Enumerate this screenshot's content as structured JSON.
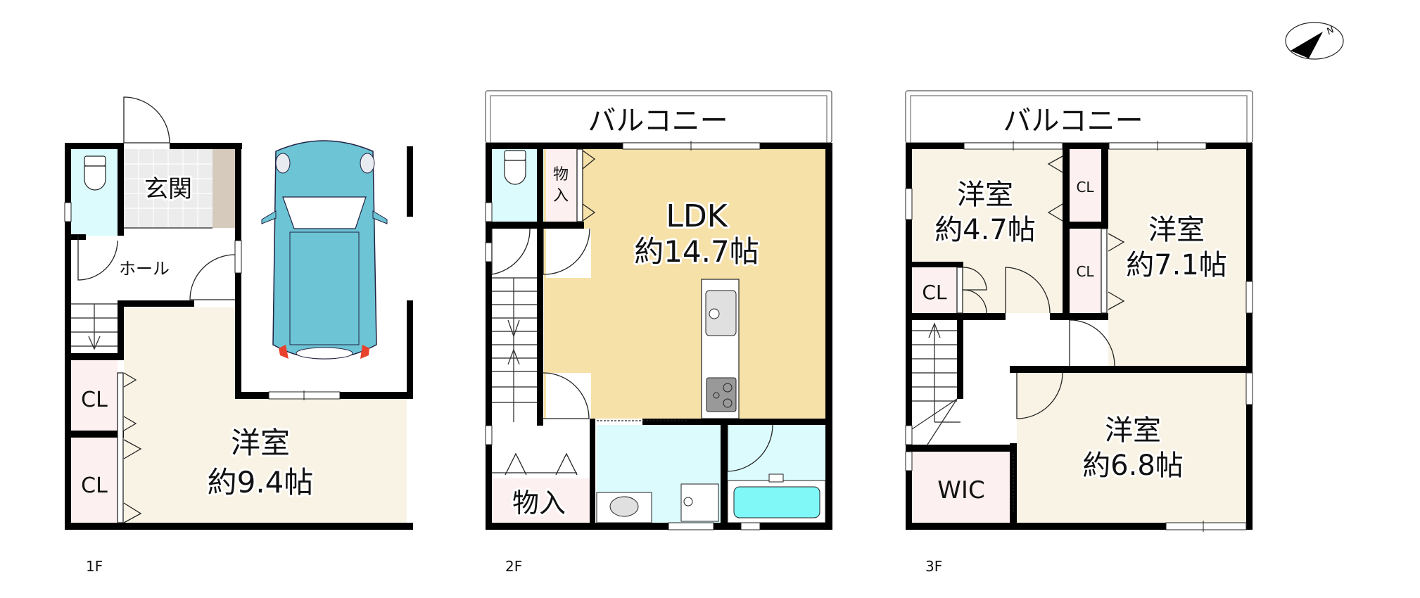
{
  "colors": {
    "wall": "#000000",
    "western_room": "#f8f3e4",
    "ldk": "#f6e1a9",
    "closet": "#fcf0f0",
    "wet_area": "#dcfbfd",
    "entrance_tile": "#ececec",
    "shoe_box": "#d6cabc",
    "car_body": "#6cc4d4",
    "car_light": "#e8412c",
    "bathtub": "#80f8f8"
  },
  "compass": {
    "label": "N",
    "icon": "north-arrow-icon"
  },
  "floors": [
    {
      "id": "1F",
      "label": "1F",
      "rooms": {
        "genkan": "玄関",
        "hall": "ホール",
        "western_room_name": "洋室",
        "western_room_size": "約9.4帖",
        "closet_1": "CL",
        "closet_2": "CL"
      },
      "icons": [
        "toilet-icon",
        "car-icon",
        "stairs-down-icon",
        "door-icon"
      ]
    },
    {
      "id": "2F",
      "label": "2F",
      "balcony": "バルコニー",
      "rooms": {
        "ldk_name": "LDK",
        "ldk_size": "約14.7帖",
        "storage_top": "物入",
        "storage_bottom": "物入"
      },
      "icons": [
        "toilet-icon",
        "sink-icon",
        "stove-icon",
        "washbasin-icon",
        "washing-machine-icon",
        "bathtub-icon",
        "stairs-icon"
      ]
    },
    {
      "id": "3F",
      "label": "3F",
      "balcony": "バルコニー",
      "rooms": {
        "room_a_name": "洋室",
        "room_a_size": "約4.7帖",
        "room_b_name": "洋室",
        "room_b_size": "約7.1帖",
        "room_c_name": "洋室",
        "room_c_size": "約6.8帖",
        "closet_a": "CL",
        "closet_b1": "CL",
        "closet_b2": "CL",
        "wic": "WIC"
      },
      "icons": [
        "stairs-up-icon",
        "door-icon"
      ]
    }
  ]
}
